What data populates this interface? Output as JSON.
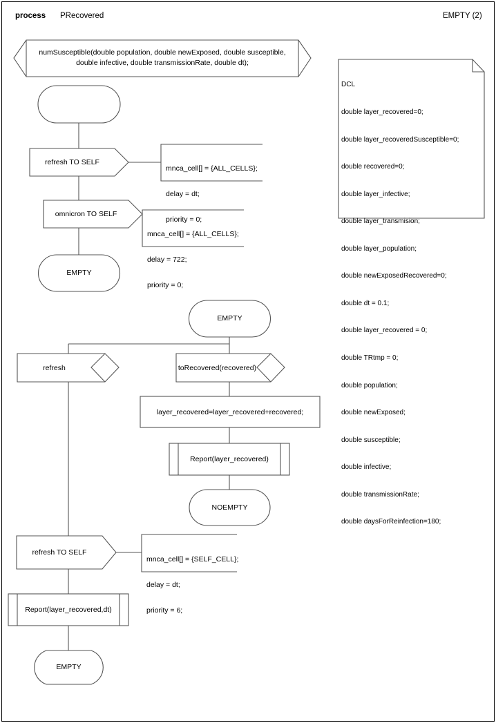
{
  "header": {
    "keyword": "process",
    "name": "PRecovered",
    "right_label": "EMPTY (2)"
  },
  "diagram": {
    "type": "sdl-process-flow",
    "procedure_header": {
      "line1": "numSusceptible(double population, double newExposed, double susceptible,",
      "line2": "double infective, double transmissionRate, double dt);"
    },
    "dcl": {
      "title": "DCL",
      "declarations": [
        "double layer_recovered=0;",
        "double layer_recoveredSusceptible=0;",
        "double recovered=0;",
        "double layer_infective;",
        "double layer_transmision;",
        "double layer_population;",
        "double newExposedRecovered=0;",
        "double dt = 0.1;",
        "double layer_recovered = 0;",
        "double TRtmp = 0;",
        "double population;",
        "double newExposed;",
        "double susceptible;",
        "double infective;",
        "double transmissionRate;",
        "double daysForReinfection=180;"
      ]
    },
    "nodes": {
      "start_state": {
        "label": "",
        "kind": "state"
      },
      "output_refresh_self_1": {
        "label": "refresh TO SELF",
        "kind": "output"
      },
      "comment_1": {
        "lines": [
          "mnca_cell[] = {ALL_CELLS};",
          "delay = dt;",
          "priority = 0;"
        ]
      },
      "output_omnicron_self": {
        "label": "omnicron TO SELF",
        "kind": "output"
      },
      "comment_2": {
        "lines": [
          "mnca_cell[] = {ALL_CELLS};",
          "delay = 722;",
          "priority = 0;"
        ]
      },
      "state_empty_1": {
        "label": "EMPTY",
        "kind": "state"
      },
      "state_empty_2": {
        "label": "EMPTY",
        "kind": "state"
      },
      "input_refresh": {
        "label": "refresh",
        "kind": "input"
      },
      "input_torecovered": {
        "label": "toRecovered(recovered)",
        "kind": "input"
      },
      "task_assign": {
        "label": "layer_recovered=layer_recovered+recovered;",
        "kind": "task"
      },
      "call_report_1": {
        "label": "Report(layer_recovered)",
        "kind": "procedure-call"
      },
      "state_noempty": {
        "label": "NOEMPTY",
        "kind": "state"
      },
      "output_refresh_self_2": {
        "label": "refresh TO SELF",
        "kind": "output"
      },
      "comment_3": {
        "lines": [
          "mnca_cell[] = {SELF_CELL};",
          "delay = dt;",
          "priority = 6;"
        ]
      },
      "call_report_2": {
        "label": "Report(layer_recovered,dt)",
        "kind": "procedure-call"
      },
      "state_empty_3": {
        "label": "EMPTY",
        "kind": "state"
      }
    },
    "colors": {
      "stroke": "#555555",
      "stroke_dark": "#000000",
      "text": "#000000",
      "background": "#ffffff"
    }
  }
}
